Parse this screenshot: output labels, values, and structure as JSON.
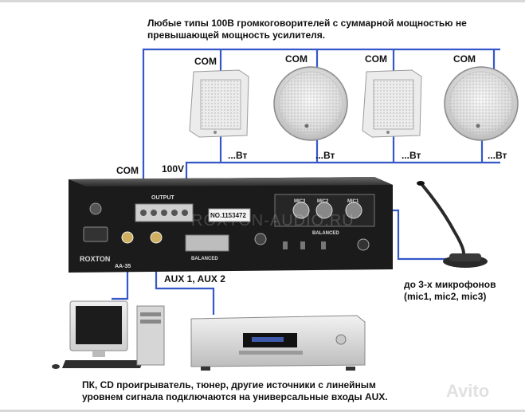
{
  "heading": {
    "line1": "Любые типы 100В громкоговорителей с суммарной мощностью не",
    "line2": "превышающей мощность усилителя."
  },
  "speakers": [
    {
      "com_label": "COM",
      "watt_label": "...Вт",
      "kind": "box-speaker"
    },
    {
      "com_label": "COM",
      "watt_label": "...Вт",
      "kind": "ceiling-speaker"
    },
    {
      "com_label": "COM",
      "watt_label": "...Вт",
      "kind": "box-speaker"
    },
    {
      "com_label": "COM",
      "watt_label": "...Вт",
      "kind": "ceiling-speaker"
    }
  ],
  "amplifier": {
    "com_label": "COM",
    "v100_label": "100V",
    "serial_label": "NO.1153472",
    "brand": "ROXTON",
    "model": "AA-35",
    "watermark": "ROXTON-AUDIO.RU",
    "output_label": "OUTPUT",
    "mic_labels": [
      "MIC3",
      "MIC2",
      "MIC1"
    ],
    "balanced_label": "BALANCED"
  },
  "aux": {
    "label": "AUX 1, AUX 2"
  },
  "microphones": {
    "line1": "до 3-х микрофонов",
    "line2": "(mic1, mic2, mic3)"
  },
  "sources": {
    "line1": "ПК, CD проигрыватель, тюнер, другие источники с линейным",
    "line2": "уровнем сигнала подключаются на универсальные входы AUX."
  },
  "watermark": "Avito",
  "colors": {
    "wire": "#3557c8",
    "amp_body": "#1b1b1b",
    "text": "#111111"
  }
}
